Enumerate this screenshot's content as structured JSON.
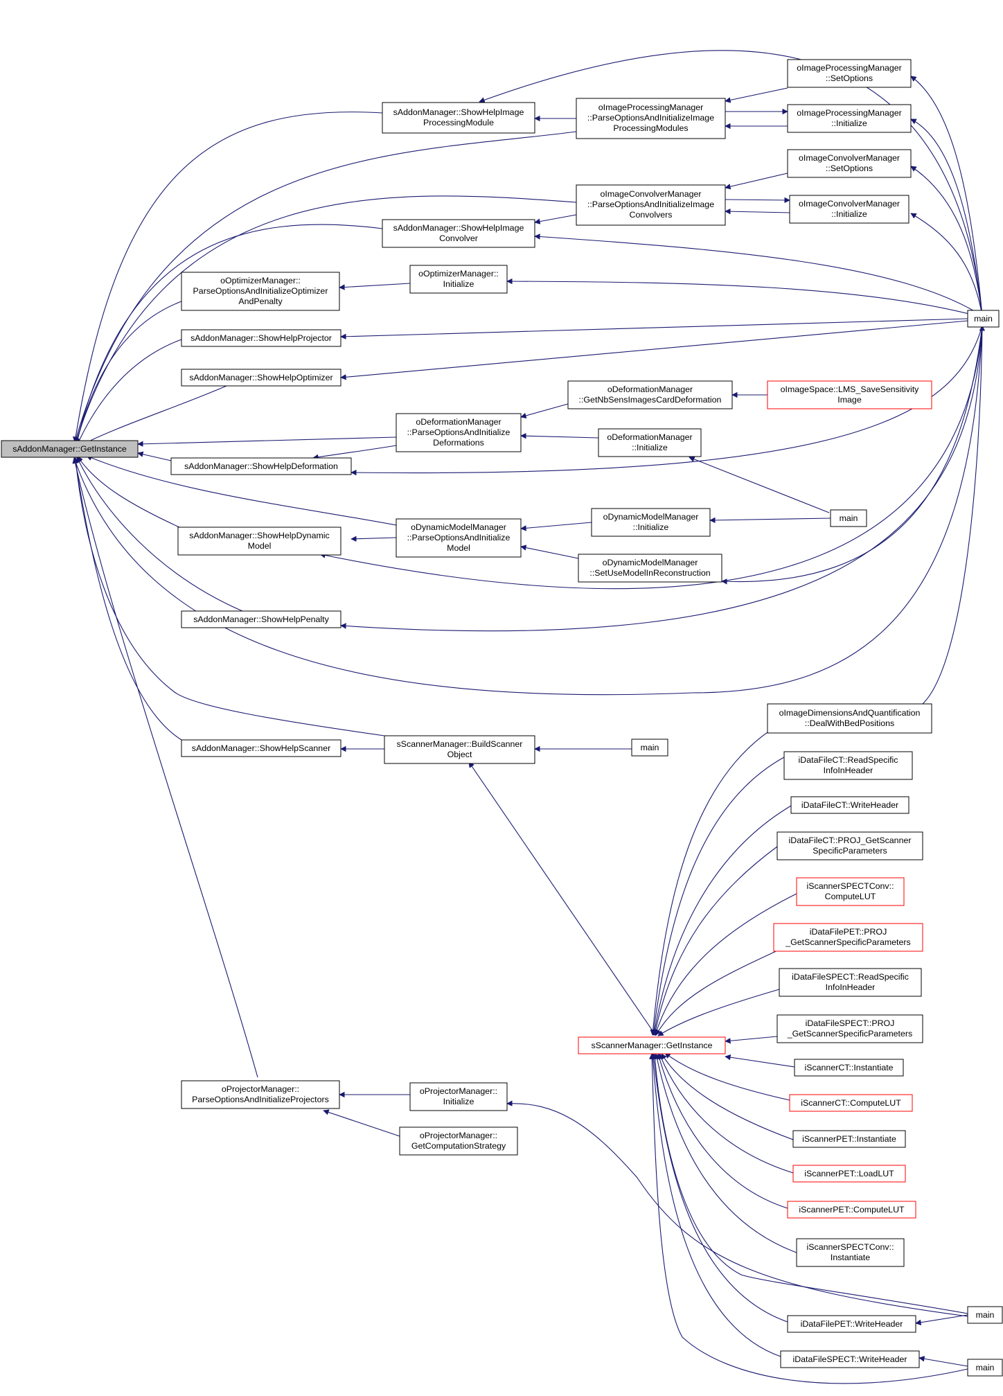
{
  "diagram": {
    "type": "call-graph",
    "colors": {
      "edge": "#191970",
      "node_border": "#000000",
      "node_truncated_border": "#ff0000",
      "root_fill": "#bfbfbf",
      "node_fill": "#ffffff"
    },
    "nodes": [
      {
        "id": "root",
        "lines": [
          "sAddonManager::GetInstance"
        ],
        "style": "root"
      },
      {
        "id": "showHelpImgProc",
        "lines": [
          "sAddonManager::ShowHelpImage",
          "ProcessingModule"
        ],
        "style": "normal"
      },
      {
        "id": "imgProcParse",
        "lines": [
          "oImageProcessingManager",
          "::ParseOptionsAndInitializeImage",
          "ProcessingModules"
        ],
        "style": "normal"
      },
      {
        "id": "imgProcSetOpt",
        "lines": [
          "oImageProcessingManager",
          "::SetOptions"
        ],
        "style": "normal"
      },
      {
        "id": "imgProcInit",
        "lines": [
          "oImageProcessingManager",
          "::Initialize"
        ],
        "style": "normal"
      },
      {
        "id": "imgConvParse",
        "lines": [
          "oImageConvolverManager",
          "::ParseOptionsAndInitializeImage",
          "Convolvers"
        ],
        "style": "normal"
      },
      {
        "id": "imgConvSetOpt",
        "lines": [
          "oImageConvolverManager",
          "::SetOptions"
        ],
        "style": "normal"
      },
      {
        "id": "imgConvInit",
        "lines": [
          "oImageConvolverManager",
          "::Initialize"
        ],
        "style": "normal"
      },
      {
        "id": "showHelpConv",
        "lines": [
          "sAddonManager::ShowHelpImage",
          "Convolver"
        ],
        "style": "normal"
      },
      {
        "id": "optParse",
        "lines": [
          "oOptimizerManager::",
          "ParseOptionsAndInitializeOptimizer",
          "AndPenalty"
        ],
        "style": "normal"
      },
      {
        "id": "optInit",
        "lines": [
          "oOptimizerManager::",
          "Initialize"
        ],
        "style": "normal"
      },
      {
        "id": "main1",
        "lines": [
          "main"
        ],
        "style": "normal"
      },
      {
        "id": "showHelpProj",
        "lines": [
          "sAddonManager::ShowHelpProjector"
        ],
        "style": "normal"
      },
      {
        "id": "showHelpOpt",
        "lines": [
          "sAddonManager::ShowHelpOptimizer"
        ],
        "style": "normal"
      },
      {
        "id": "defGetNb",
        "lines": [
          "oDeformationManager",
          "::GetNbSensImagesCardDeformation"
        ],
        "style": "normal"
      },
      {
        "id": "lmsSave",
        "lines": [
          "oImageSpace::LMS_SaveSensitivity",
          "Image"
        ],
        "style": "truncated"
      },
      {
        "id": "defParse",
        "lines": [
          "oDeformationManager",
          "::ParseOptionsAndInitialize",
          "Deformations"
        ],
        "style": "normal"
      },
      {
        "id": "defInit",
        "lines": [
          "oDeformationManager",
          "::Initialize"
        ],
        "style": "normal"
      },
      {
        "id": "showHelpDef",
        "lines": [
          "sAddonManager::ShowHelpDeformation"
        ],
        "style": "normal"
      },
      {
        "id": "main2",
        "lines": [
          "main"
        ],
        "style": "normal"
      },
      {
        "id": "dynInit",
        "lines": [
          "oDynamicModelManager",
          "::Initialize"
        ],
        "style": "normal"
      },
      {
        "id": "showHelpDyn",
        "lines": [
          "sAddonManager::ShowHelpDynamic",
          "Model"
        ],
        "style": "normal"
      },
      {
        "id": "dynParse",
        "lines": [
          "oDynamicModelManager",
          "::ParseOptionsAndInitialize",
          "Model"
        ],
        "style": "normal"
      },
      {
        "id": "dynSetUse",
        "lines": [
          "oDynamicModelManager",
          "::SetUseModelInReconstruction"
        ],
        "style": "normal"
      },
      {
        "id": "showHelpPen",
        "lines": [
          "sAddonManager::ShowHelpPenalty"
        ],
        "style": "normal"
      },
      {
        "id": "imgDim",
        "lines": [
          "oImageDimensionsAndQuantification",
          "::DealWithBedPositions"
        ],
        "style": "normal"
      },
      {
        "id": "showHelpScan",
        "lines": [
          "sAddonManager::ShowHelpScanner"
        ],
        "style": "normal"
      },
      {
        "id": "scanBuild",
        "lines": [
          "sScannerManager::BuildScanner",
          "Object"
        ],
        "style": "normal"
      },
      {
        "id": "main3",
        "lines": [
          "main"
        ],
        "style": "normal"
      },
      {
        "id": "dfCTRead",
        "lines": [
          "iDataFileCT::ReadSpecific",
          "InfoInHeader"
        ],
        "style": "normal"
      },
      {
        "id": "dfCTWrite",
        "lines": [
          "iDataFileCT::WriteHeader"
        ],
        "style": "normal"
      },
      {
        "id": "dfCTProj",
        "lines": [
          "iDataFileCT::PROJ_GetScanner",
          "SpecificParameters"
        ],
        "style": "normal"
      },
      {
        "id": "spectConvLUT",
        "lines": [
          "iScannerSPECTConv::",
          "ComputeLUT"
        ],
        "style": "truncated"
      },
      {
        "id": "dfPETProj",
        "lines": [
          "iDataFilePET::PROJ",
          "_GetScannerSpecificParameters"
        ],
        "style": "truncated"
      },
      {
        "id": "dfSPECTRead",
        "lines": [
          "iDataFileSPECT::ReadSpecific",
          "InfoInHeader"
        ],
        "style": "normal"
      },
      {
        "id": "dfSPECTProj",
        "lines": [
          "iDataFileSPECT::PROJ",
          "_GetScannerSpecificParameters"
        ],
        "style": "normal"
      },
      {
        "id": "scanGetInst",
        "lines": [
          "sScannerManager::GetInstance"
        ],
        "style": "truncated"
      },
      {
        "id": "scanCTInst",
        "lines": [
          "iScannerCT::Instantiate"
        ],
        "style": "normal"
      },
      {
        "id": "scanCTLUT",
        "lines": [
          "iScannerCT::ComputeLUT"
        ],
        "style": "truncated"
      },
      {
        "id": "scanPETInst",
        "lines": [
          "iScannerPET::Instantiate"
        ],
        "style": "normal"
      },
      {
        "id": "scanPETLoad",
        "lines": [
          "iScannerPET::LoadLUT"
        ],
        "style": "truncated"
      },
      {
        "id": "scanPETLUT",
        "lines": [
          "iScannerPET::ComputeLUT"
        ],
        "style": "truncated"
      },
      {
        "id": "spectConvInst",
        "lines": [
          "iScannerSPECTConv::",
          "Instantiate"
        ],
        "style": "normal"
      },
      {
        "id": "projParse",
        "lines": [
          "oProjectorManager::",
          "ParseOptionsAndInitializeProjectors"
        ],
        "style": "normal"
      },
      {
        "id": "projInit",
        "lines": [
          "oProjectorManager::",
          "Initialize"
        ],
        "style": "normal"
      },
      {
        "id": "projGetComp",
        "lines": [
          "oProjectorManager::",
          "GetComputationStrategy"
        ],
        "style": "normal"
      },
      {
        "id": "main4",
        "lines": [
          "main"
        ],
        "style": "normal"
      },
      {
        "id": "dfPETWrite",
        "lines": [
          "iDataFilePET::WriteHeader"
        ],
        "style": "normal"
      },
      {
        "id": "main5",
        "lines": [
          "main"
        ],
        "style": "normal"
      },
      {
        "id": "dfSPECTWrite",
        "lines": [
          "iDataFileSPECT::WriteHeader"
        ],
        "style": "normal"
      }
    ]
  }
}
